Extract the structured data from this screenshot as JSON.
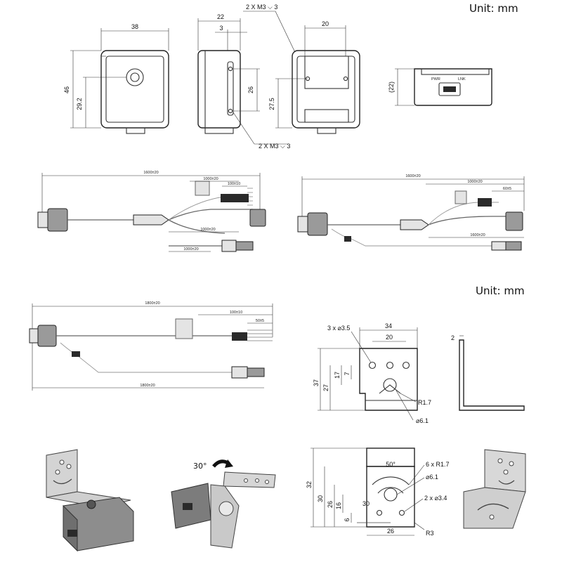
{
  "units": {
    "top": "Unit: mm",
    "middle": "Unit: mm"
  },
  "camera": {
    "front": {
      "width": "38",
      "height": "46",
      "lens_height": "29.2"
    },
    "side": {
      "depth": "22",
      "offset": "3",
      "hole_spacing": "26",
      "top_label": "2 X M3 ⌵ 3",
      "bottom_label": "2 X M3 ⌵ 3"
    },
    "back": {
      "width": "20",
      "height": "27.5"
    },
    "bottom": {
      "height": "(22)",
      "pwr_label": "PWR",
      "link_label": "LNK"
    }
  },
  "cable1": {
    "total": "1600±20",
    "branch1": "1000±20",
    "branch2": "100±10",
    "branch3": "1000±20",
    "branch4": "1000±20"
  },
  "cable2": {
    "total": "1600±20",
    "branch1": "1000±20",
    "branch2": "60±5",
    "branch3": "1600±20"
  },
  "cable3": {
    "total": "1800±20",
    "branch1": "100±10",
    "branch2": "50±5",
    "branch3": "1800±20"
  },
  "bracket_l": {
    "holes": "3 x ⌀3.5",
    "width": "34",
    "spacing": "20",
    "h1": "7",
    "h2": "17",
    "h3": "27",
    "h4": "37",
    "radius": "R1.7",
    "dia": "⌀6.1",
    "thickness": "2"
  },
  "bracket_plate": {
    "angle": "50°",
    "slots": "6 x R1.7",
    "dia": "⌀6.1",
    "holes": "2 x ⌀3.4",
    "h1": "32",
    "h2": "30",
    "h3": "26",
    "h4": "16",
    "h5": "6",
    "pitch": "30",
    "width": "26",
    "radius": "R3"
  },
  "rotate_label": "30°"
}
